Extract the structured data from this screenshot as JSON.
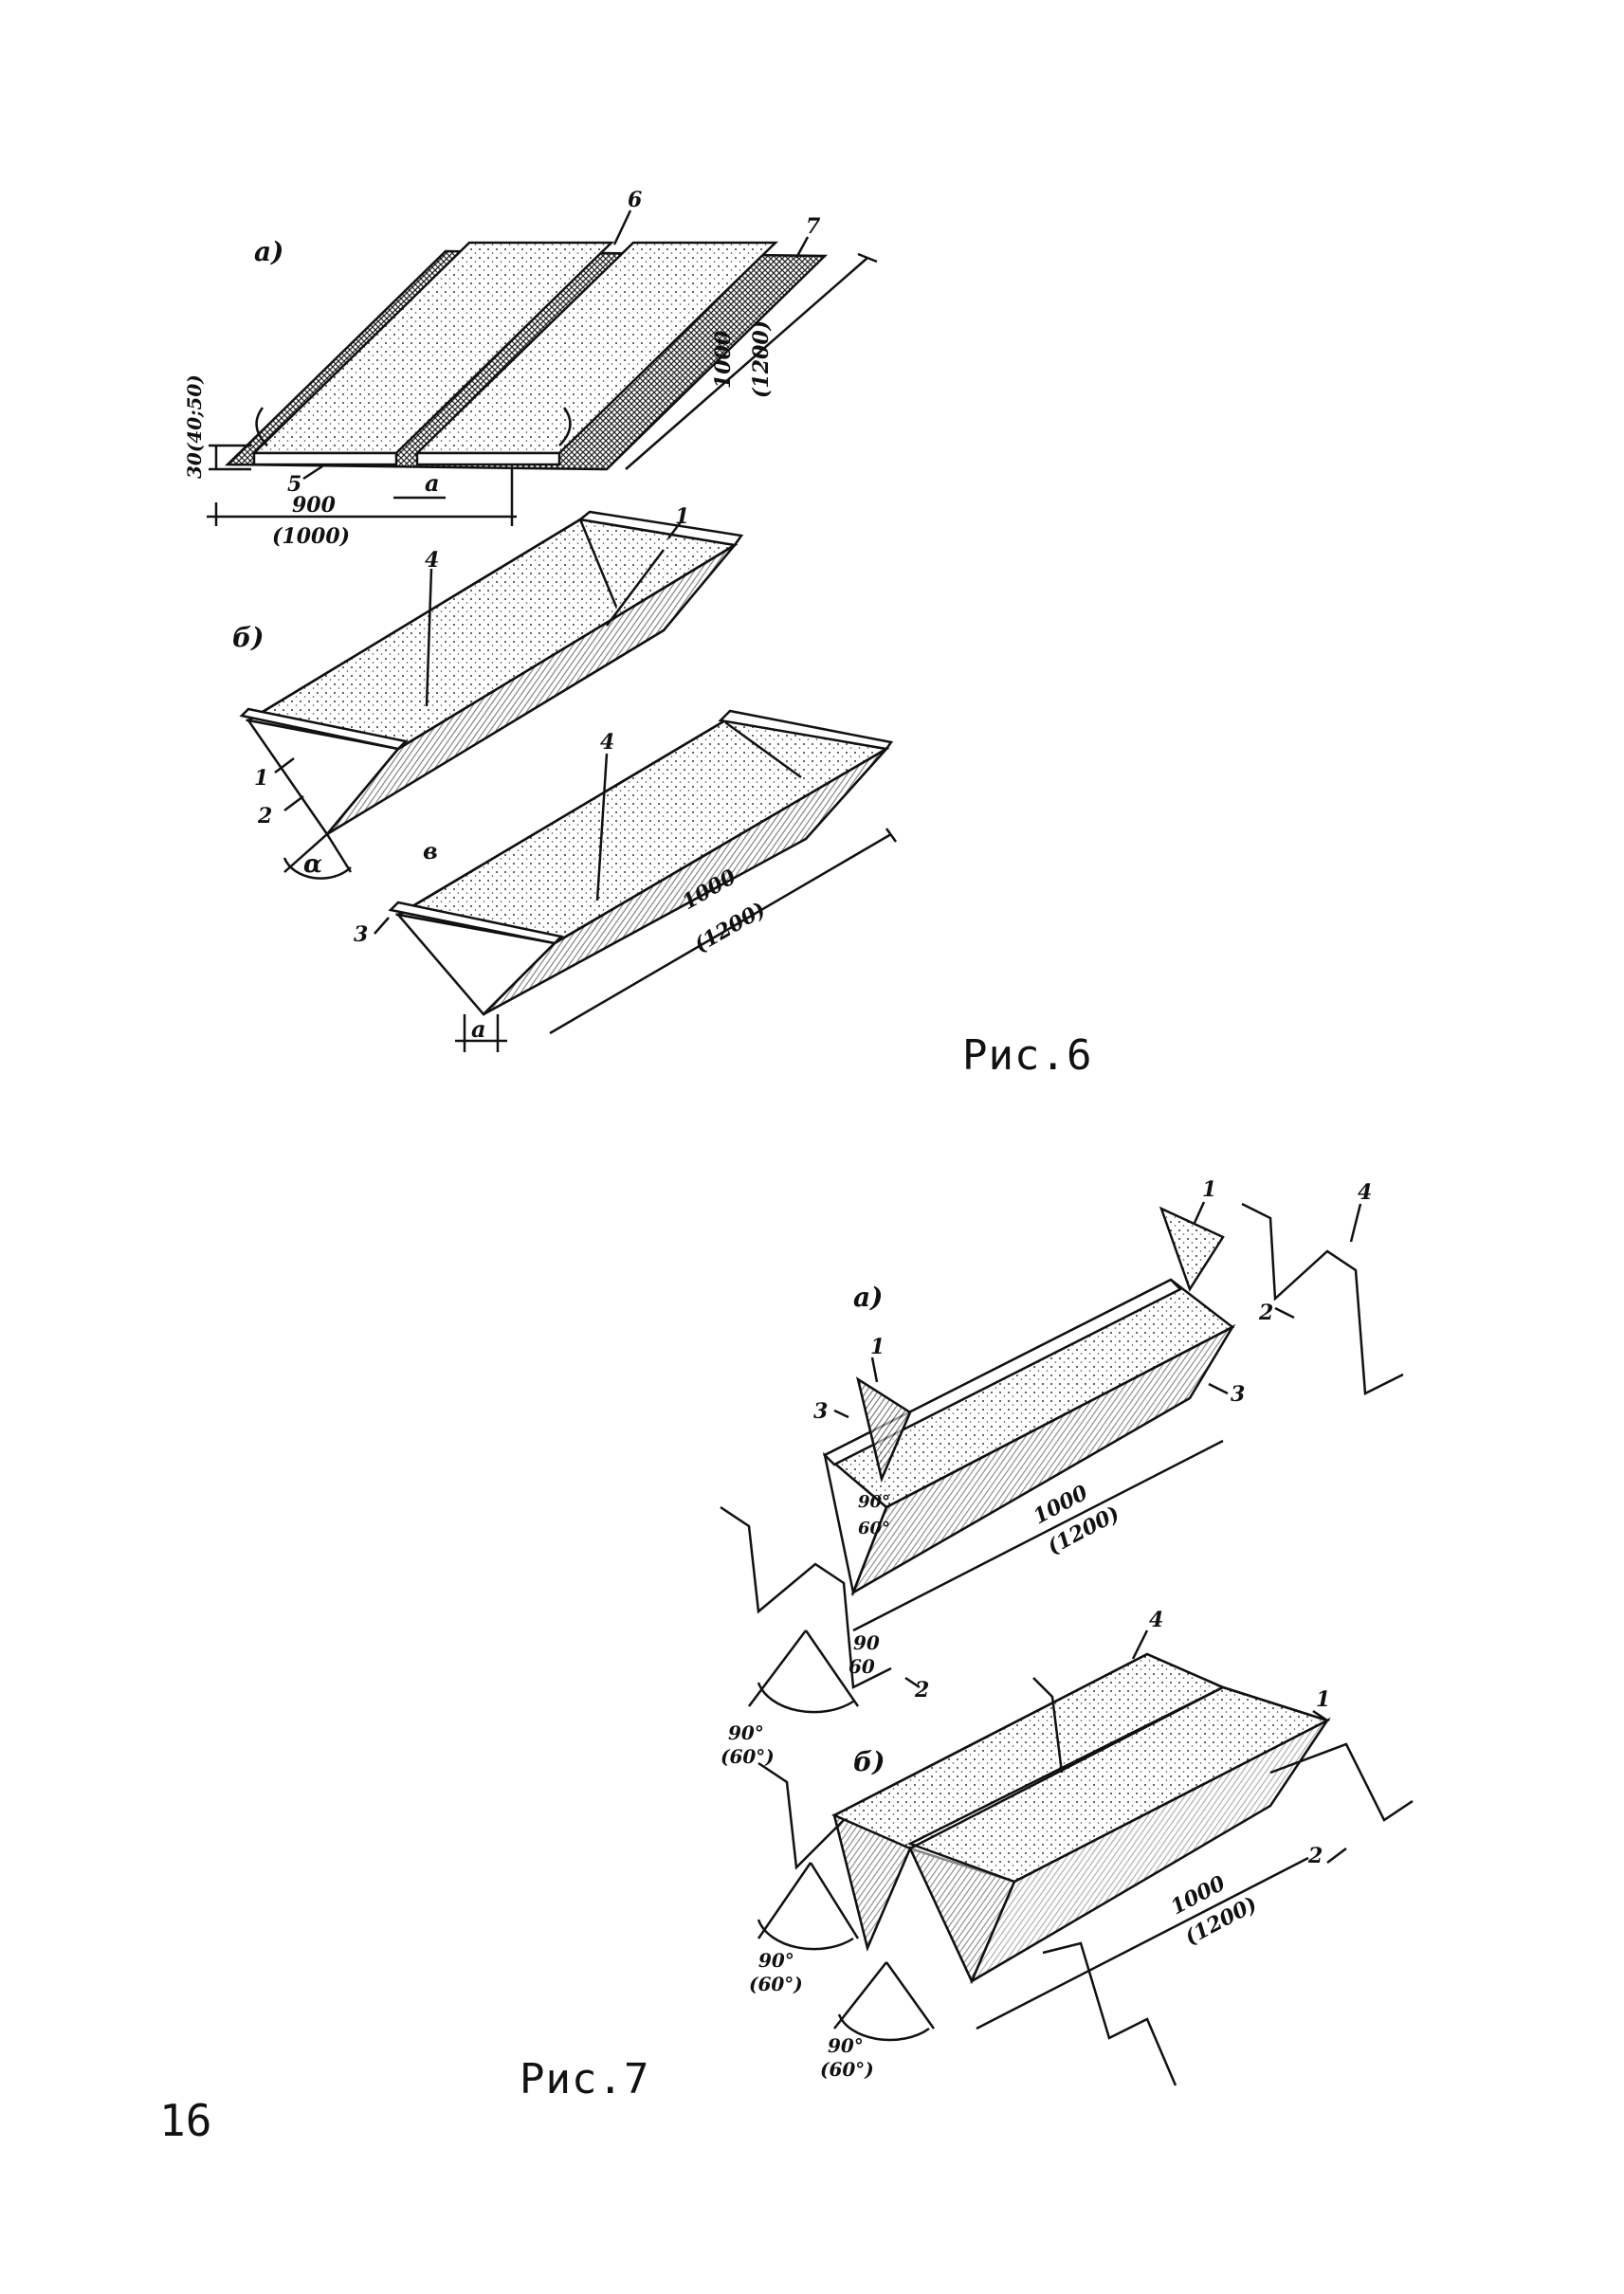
{
  "figure6": {
    "caption": "Рис.6",
    "panel_a": {
      "letter": "а)",
      "labels": [
        "6",
        "7",
        "5"
      ],
      "dims": {
        "thickness": "30(40;50)",
        "length": "1000",
        "length_alt": "(1200)",
        "width": "900",
        "width_alt": "(1000)",
        "gap": "а"
      }
    },
    "panel_b": {
      "letter": "б)",
      "labels": [
        "1",
        "4",
        "1",
        "2"
      ],
      "angle": "α"
    },
    "panel_c": {
      "letter": "в",
      "labels": [
        "4",
        "3"
      ],
      "dims": {
        "length": "1000",
        "length_alt": "(1200)",
        "gap": "а"
      }
    }
  },
  "figure7": {
    "caption": "Рис.7",
    "panel_a": {
      "letter": "а)",
      "labels": [
        "1",
        "4",
        "2",
        "1",
        "3",
        "3",
        "2"
      ],
      "angles": [
        "90°",
        "60°",
        "90",
        "60"
      ],
      "angle_dim": "90°",
      "angle_dim_alt": "(60°)",
      "dims": {
        "length": "1000",
        "length_alt": "(1200)"
      }
    },
    "panel_b": {
      "letter": "б)",
      "labels": [
        "4",
        "1",
        "2"
      ],
      "angle_dims": [
        {
          "value": "90°",
          "alt": "(60°)"
        },
        {
          "value": "90°",
          "alt": "(60°)"
        }
      ],
      "dims": {
        "length": "1000",
        "length_alt": "(1200)"
      }
    }
  },
  "page_number": "16"
}
